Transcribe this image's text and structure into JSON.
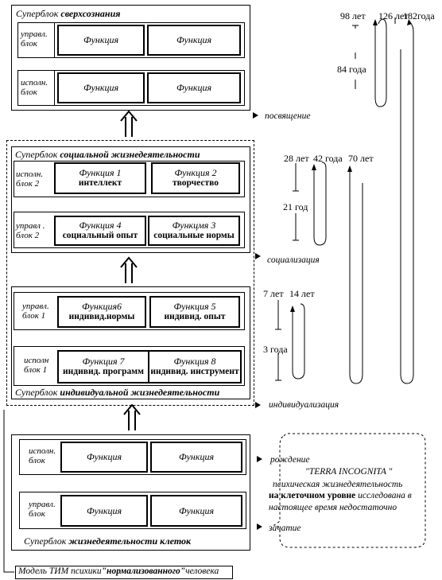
{
  "superblock1": {
    "title_plain": "Суперблок ",
    "title_bold": "сверхсознания",
    "block_upr": "управл. блок",
    "block_isp": "исполн. блок",
    "f1": "Функция",
    "f2": "Функция",
    "f3": "Функция",
    "f4": "Функция"
  },
  "superblock2": {
    "title_plain": "Суперблок ",
    "title_bold": "социальной жизнедеятельности",
    "block_isp": "исполн. блок 2",
    "block_upr": "управл . блок 2",
    "f1_label": "Функция 1",
    "f1_value": "интеллект",
    "f2_label": "Функция 2",
    "f2_value": "творчество",
    "f4_label": "Функция 4",
    "f4_value": "социальный опыт",
    "f3_label": "Функцмя 3",
    "f3_value": "социальные нормы"
  },
  "superblock3": {
    "title_plain": "Суперблок ",
    "title_bold": "индивидуальной жизнедеятельности",
    "block_upr": "управл. блок 1",
    "block_isp": "исполн блок 1",
    "f6_label": "Функция6",
    "f6_value": "индивид.нормы",
    "f5_label": "Функция 5",
    "f5_value": "индивид. опыт",
    "f7_label": "Функция 7",
    "f7_value": "индивид. программ",
    "f8_label": "Функция 8",
    "f8_value": "индивид. инструмент"
  },
  "superblock4": {
    "title_plain": "Суперблок ",
    "title_bold": "жизнедеятельности клеток",
    "block_isp": "исполн. блок",
    "block_upr": "управл. блок",
    "f1": "Функция",
    "f2": "Функция",
    "f3": "Функция",
    "f4": "Функция"
  },
  "stage_labels": {
    "posvyashchenie": "посвящение",
    "socializaciya": "социализация",
    "individualizaciya": "индивидуализация",
    "rozhdenie": "рождение",
    "zachatie": "зачатие"
  },
  "terra": {
    "title": "\"TERRA INCOGNITA \"",
    "line1": "психическая жизнедеятельность",
    "line2_bold": "на клеточном уровне",
    "line2_rest": " исследована в",
    "line3": "настоящее время недостаточно"
  },
  "model_caption": {
    "part1": "Модель ТИМ психики",
    "part2_bold": "\"нормализованного\"",
    "part3": "человека"
  },
  "ages": {
    "a98": "98 лет",
    "a126": "126 лет",
    "a182": "182года",
    "a84": "84 года",
    "a28": "28 лет",
    "a42": "42 года",
    "a70": "70 лет",
    "a21": "21 год",
    "a7": "7 лет",
    "a14": "14 лет",
    "a3": "3 года"
  }
}
